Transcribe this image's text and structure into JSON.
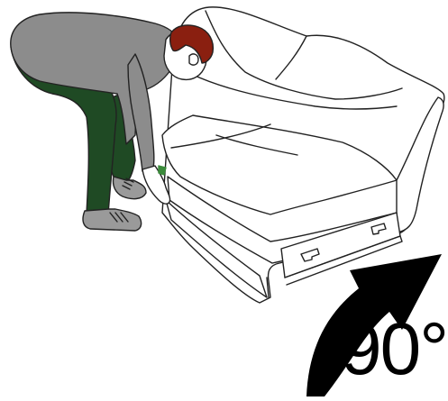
{
  "instruction": {
    "rotation_label": "90°"
  },
  "colors": {
    "background": "#ffffff",
    "outline": "#222222",
    "shirt": "#8c8c8c",
    "trousers": "#1f4a24",
    "hair": "#8a1f10",
    "skin": "#ffffff",
    "shoe": "#9a9a9a",
    "tag": "#3a8a3a",
    "arrow": "#000000"
  },
  "icons": {
    "arrow": "curved-rotation-arrow",
    "sofa": "two-seat-sofa-with-drawer",
    "person": "person-lifting-sofa"
  }
}
